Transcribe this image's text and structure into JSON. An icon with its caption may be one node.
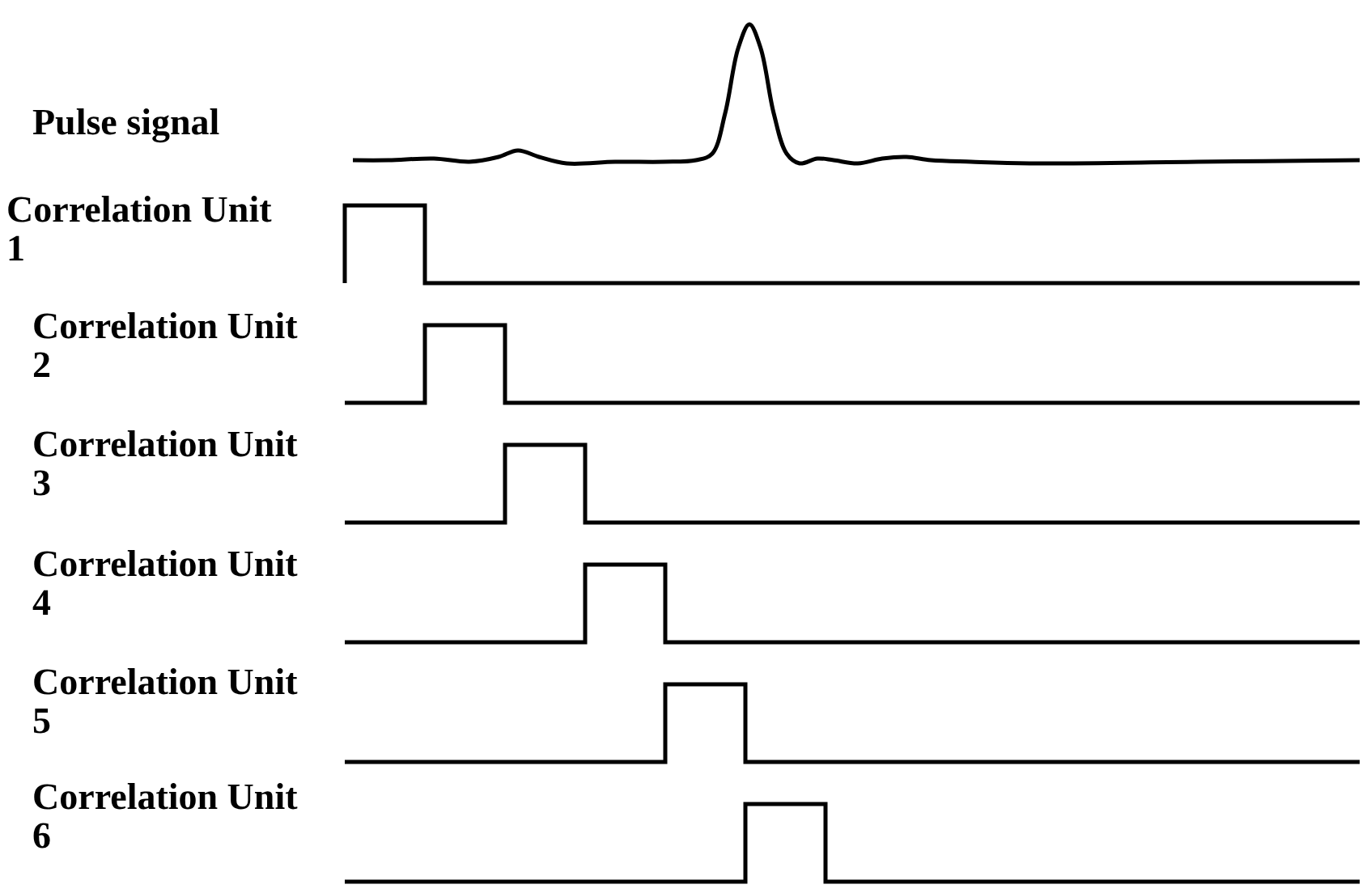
{
  "diagram": {
    "labels": [
      "Pulse signal",
      "Correlation Unit 1",
      "Correlation Unit 2",
      "Correlation Unit 3",
      "Correlation Unit 4",
      "Correlation Unit 5",
      "Correlation Unit 6"
    ]
  }
}
